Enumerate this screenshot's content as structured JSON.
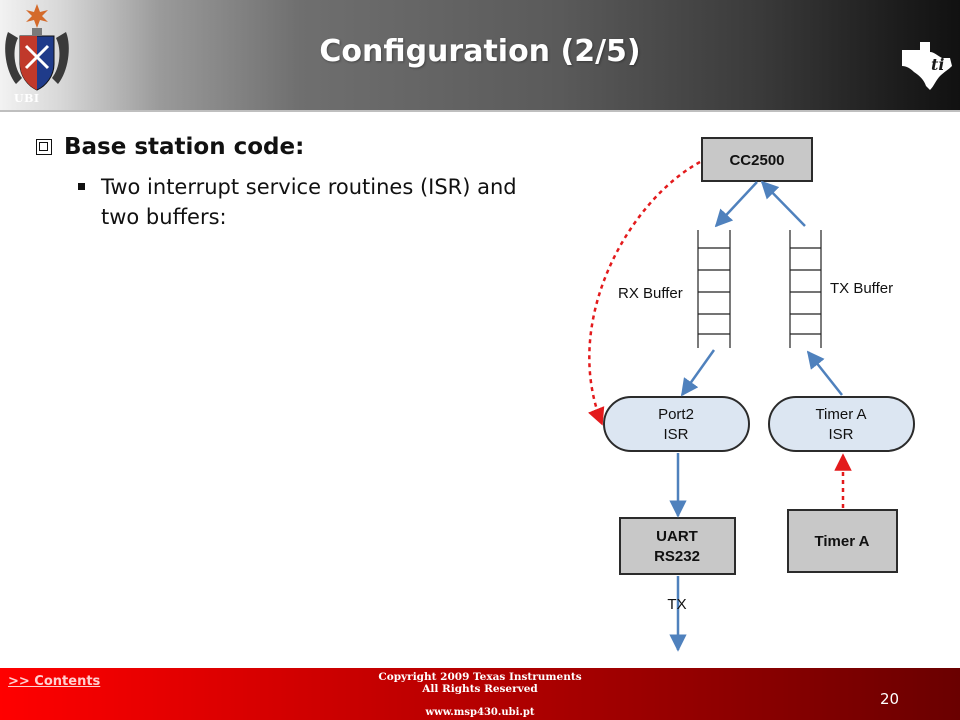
{
  "slide": {
    "title": "Configuration (2/5)"
  },
  "logos": {
    "ubi_text": "UBI",
    "ubi_icon": "university-crest-icon",
    "ti_icon": "texas-instruments-logo-icon"
  },
  "content": {
    "heading": "Base station code:",
    "bullets": [
      "Two interrupt service routines (ISR) and two buffers:"
    ]
  },
  "diagram": {
    "cc2500": "CC2500",
    "rx_buffer": "RX Buffer",
    "tx_buffer": "TX Buffer",
    "port2_isr": [
      "Port2",
      "ISR"
    ],
    "timera_isr": [
      "Timer A",
      "ISR"
    ],
    "uart": [
      "UART",
      "RS232"
    ],
    "timer_a": "Timer A",
    "tx_label": "TX",
    "colors": {
      "box_fill": "#c8c8c8",
      "isr_fill": "#dce6f2",
      "arrow_blue": "#4f81bd",
      "arrow_red": "#e31a1c"
    }
  },
  "footer": {
    "contents_link": ">> Contents",
    "copyright": [
      "Copyright  2009 Texas Instruments",
      "All Rights Reserved"
    ],
    "url": "www.msp430.ubi.pt",
    "page_number": "20"
  }
}
